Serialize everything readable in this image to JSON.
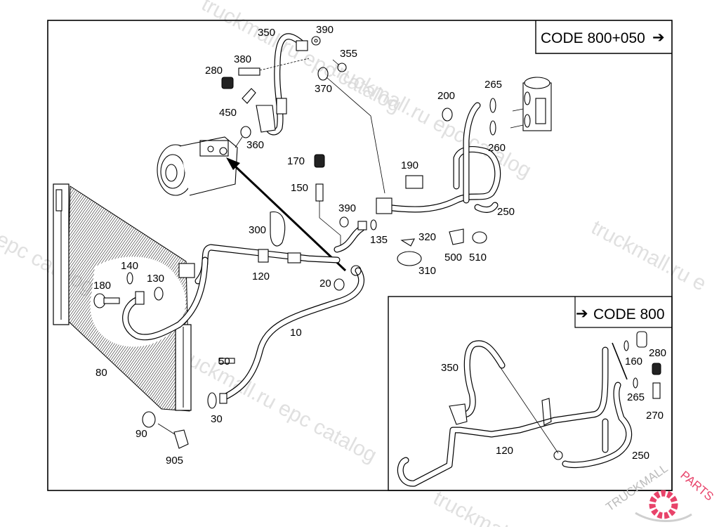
{
  "diagram": {
    "title_box_main": "CODE 800+050",
    "title_box_inset": "CODE 800",
    "arrow_glyph_right": "➔",
    "main_labels": [
      {
        "id": "p350",
        "text": "350"
      },
      {
        "id": "p390a",
        "text": "390"
      },
      {
        "id": "p355",
        "text": "355"
      },
      {
        "id": "p380",
        "text": "380"
      },
      {
        "id": "p280",
        "text": "280"
      },
      {
        "id": "p370",
        "text": "370"
      },
      {
        "id": "p450",
        "text": "450"
      },
      {
        "id": "p360",
        "text": "360"
      },
      {
        "id": "p200",
        "text": "200"
      },
      {
        "id": "p265",
        "text": "265"
      },
      {
        "id": "p260",
        "text": "260"
      },
      {
        "id": "p170",
        "text": "170"
      },
      {
        "id": "p190",
        "text": "190"
      },
      {
        "id": "p150",
        "text": "150"
      },
      {
        "id": "p250",
        "text": "250"
      },
      {
        "id": "p390b",
        "text": "390"
      },
      {
        "id": "p300",
        "text": "300"
      },
      {
        "id": "p320",
        "text": "320"
      },
      {
        "id": "p135",
        "text": "135"
      },
      {
        "id": "p500",
        "text": "500"
      },
      {
        "id": "p510",
        "text": "510"
      },
      {
        "id": "p310",
        "text": "310"
      },
      {
        "id": "p120",
        "text": "120"
      },
      {
        "id": "p140",
        "text": "140"
      },
      {
        "id": "p130",
        "text": "130"
      },
      {
        "id": "p180",
        "text": "180"
      },
      {
        "id": "p20",
        "text": "20"
      },
      {
        "id": "p10",
        "text": "10"
      },
      {
        "id": "p80",
        "text": "80"
      },
      {
        "id": "p50",
        "text": "50"
      },
      {
        "id": "p30",
        "text": "30"
      },
      {
        "id": "p90",
        "text": "90"
      },
      {
        "id": "p905",
        "text": "905"
      }
    ],
    "inset_labels": [
      {
        "id": "i350",
        "text": "350"
      },
      {
        "id": "i160",
        "text": "160"
      },
      {
        "id": "i280",
        "text": "280"
      },
      {
        "id": "i265",
        "text": "265"
      },
      {
        "id": "i270",
        "text": "270"
      },
      {
        "id": "i120",
        "text": "120"
      },
      {
        "id": "i250",
        "text": "250"
      }
    ]
  },
  "watermarks": {
    "text_a": "truckmall.ru epc catalog",
    "text_b": "truckmall.ru epc catalog",
    "text_c": "truckmall.ru epc catalog",
    "text_d": "truckmall.ru e",
    "text_e": "u epc catalog"
  },
  "brand": {
    "name_left": "TRUCKMALL",
    "name_right": "PARTS",
    "accent_color": "#e8436a"
  }
}
